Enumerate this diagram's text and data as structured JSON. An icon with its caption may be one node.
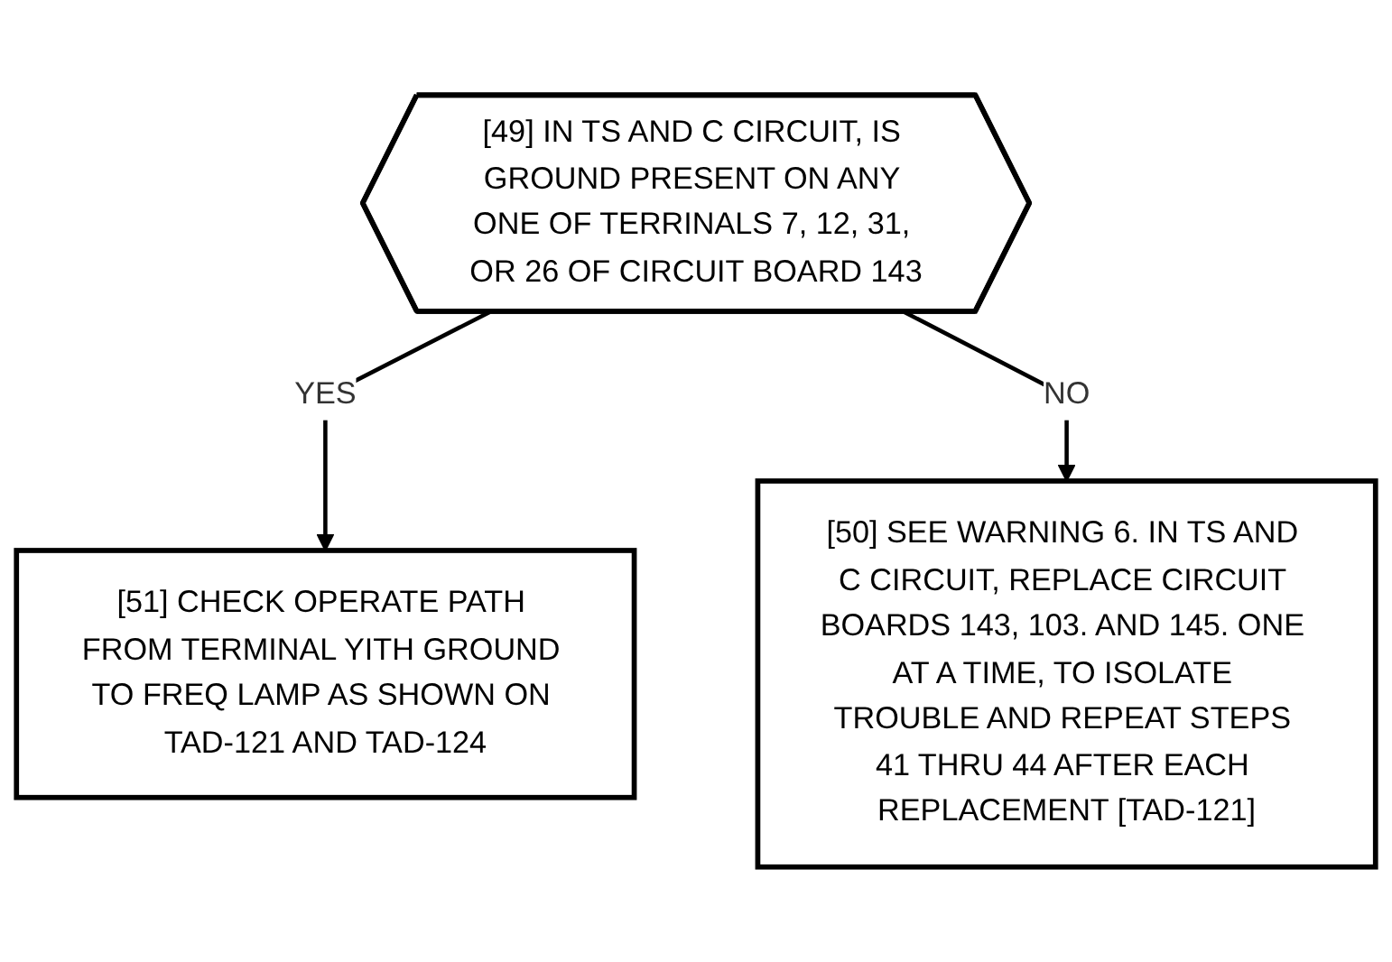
{
  "diagram": {
    "nodes": [
      {
        "text": [
          "[49] IN TS AND C CIRCUIT, IS GROUND PRESENT ON ANY ONE OF TERRINALS 7, 12, 31, OR 26 OF CIRCUIT BOARD 143"
        ]
      },
      {
        "text": [
          "[51] CHECK OPERATE PATH FROM TERMINAL YITH GROUND TO FREQ LAMP AS SHOWN ON TAD-121 AND TAD-124"
        ]
      },
      {
        "text": [
          "[50] SEE WARNING 6. IN TS AND C CIRCUIT, REPLACE CIRCUIT BOARDS 143, 103. AND 145. ONE AT A TIME, TO ISOLATE TROUBLE AND REPEAT STEPS 41 THRU 44 AFTER EACH REPLACEMENT [TAD-121]"
        ]
      }
    ],
    "edges": [
      {
        "from": 0,
        "to": 1,
        "arrow": "to",
        "label": "YES"
      },
      {
        "from": 0,
        "to": 2,
        "arrow": "to",
        "label": "NO"
      }
    ]
  }
}
